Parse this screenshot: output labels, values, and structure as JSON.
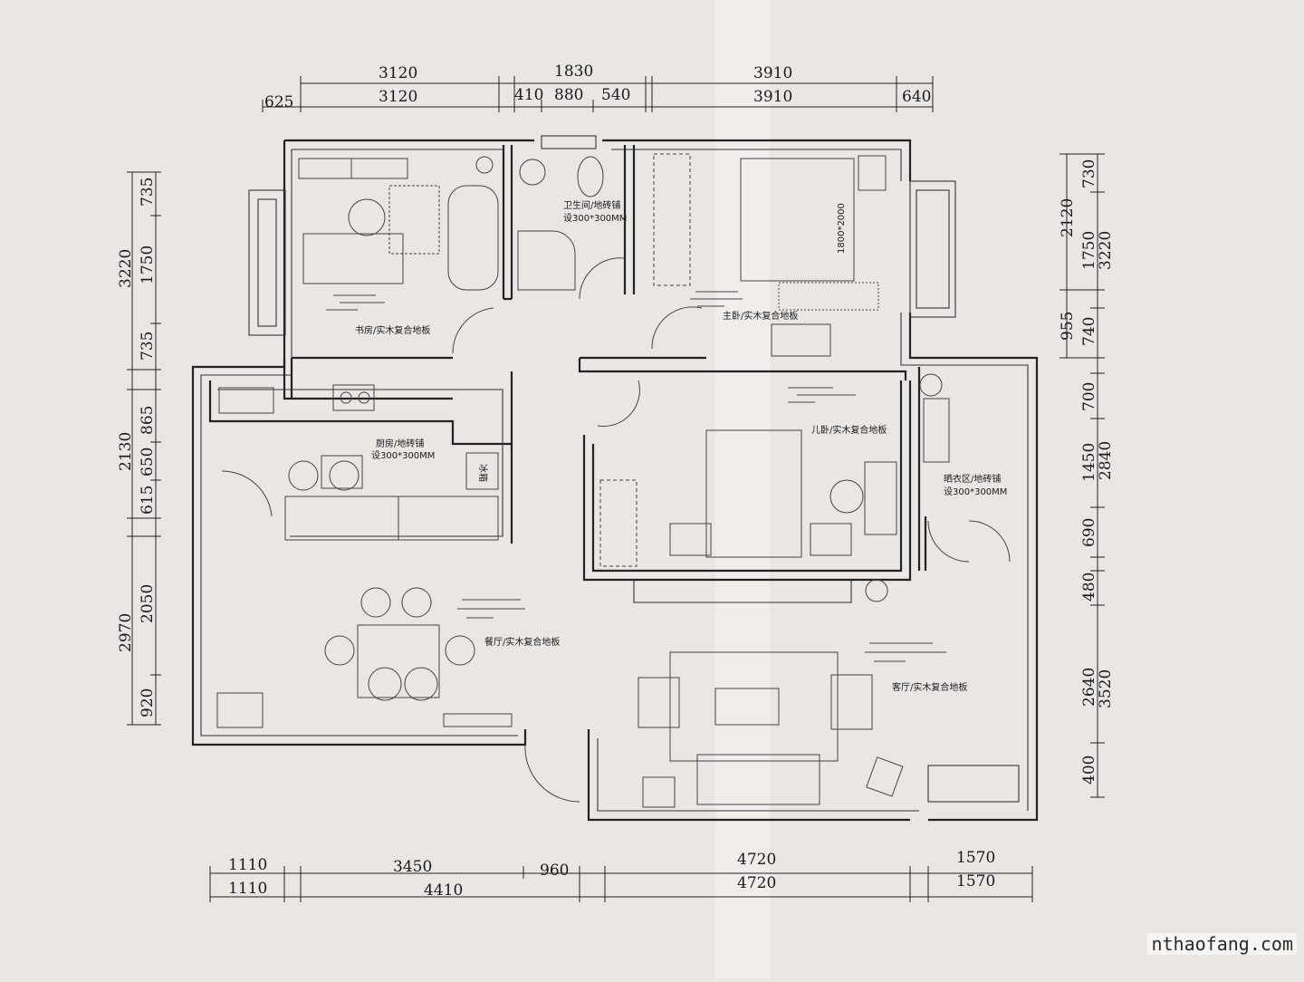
{
  "colors": {
    "paper": "#e9e6e3",
    "ink": "#222222"
  },
  "dimensions": {
    "top_row1": [
      "3120",
      "1830",
      "3910"
    ],
    "top_row2": [
      "625",
      "3120",
      "410",
      "880",
      "540",
      "3910",
      "640"
    ],
    "bottom_row1": [
      "1110",
      "3450",
      "960",
      "4720",
      "1570"
    ],
    "bottom_row2": [
      "1110",
      "4410",
      "4720",
      "1570"
    ],
    "left_outer": [
      "3220",
      "2130",
      "2970"
    ],
    "left_inner": [
      "735",
      "1750",
      "735",
      "865",
      "650",
      "615",
      "2050",
      "920"
    ],
    "right_outer": [
      "2120",
      "955",
      "3220",
      "2840",
      "3520"
    ],
    "right_inner": [
      "730",
      "1750",
      "740",
      "700",
      "1450",
      "690",
      "480",
      "2640",
      "400"
    ]
  },
  "rooms": {
    "study": "书房/实木复合地板",
    "bathroom": "卫生间/地砖铺",
    "bathroom_tile": "设300*300MM",
    "master_bedroom": "主卧/实木复合地板",
    "bed_size": "1800*2000",
    "kitchen": "厨房/地砖铺",
    "kitchen_tile": "设300*300MM",
    "fridge": "冰箱",
    "kids_room": "儿卧/实木复合地板",
    "laundry": "晒衣区/地砖铺",
    "laundry_tile": "设300*300MM",
    "dining": "餐厅/实木复合地板",
    "living": "客厅/实木复合地板"
  },
  "watermark": "nthaofang.com"
}
